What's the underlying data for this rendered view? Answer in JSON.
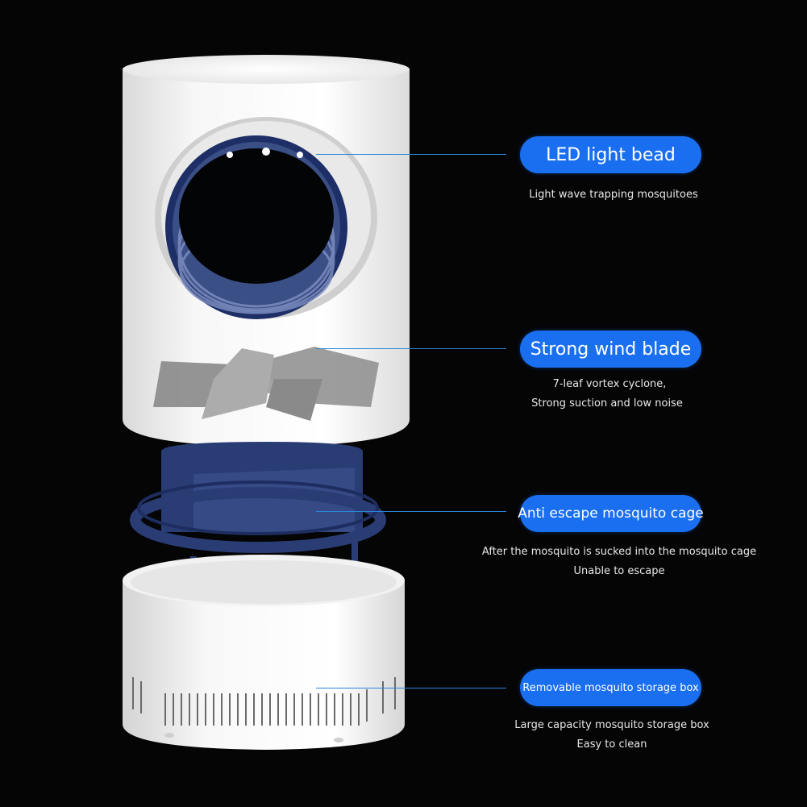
{
  "callouts": [
    {
      "title": "LED light bead",
      "desc": [
        "Light wave trapping mosquitoes"
      ]
    },
    {
      "title": "Strong wind blade",
      "desc": [
        "7-leaf vortex cyclone,",
        "Strong suction and low noise"
      ]
    },
    {
      "title": "Anti escape mosquito cage",
      "desc": [
        "After the mosquito is sucked into the mosquito cage",
        "Unable to escape"
      ]
    },
    {
      "title": "Removable mosquito storage box",
      "desc": [
        "Large capacity mosquito storage box",
        "Easy to clean"
      ]
    }
  ],
  "colors": {
    "background": "#050506",
    "accent": "#1a6ff0",
    "body": "#f2f2f2",
    "navy": "#24386e"
  }
}
